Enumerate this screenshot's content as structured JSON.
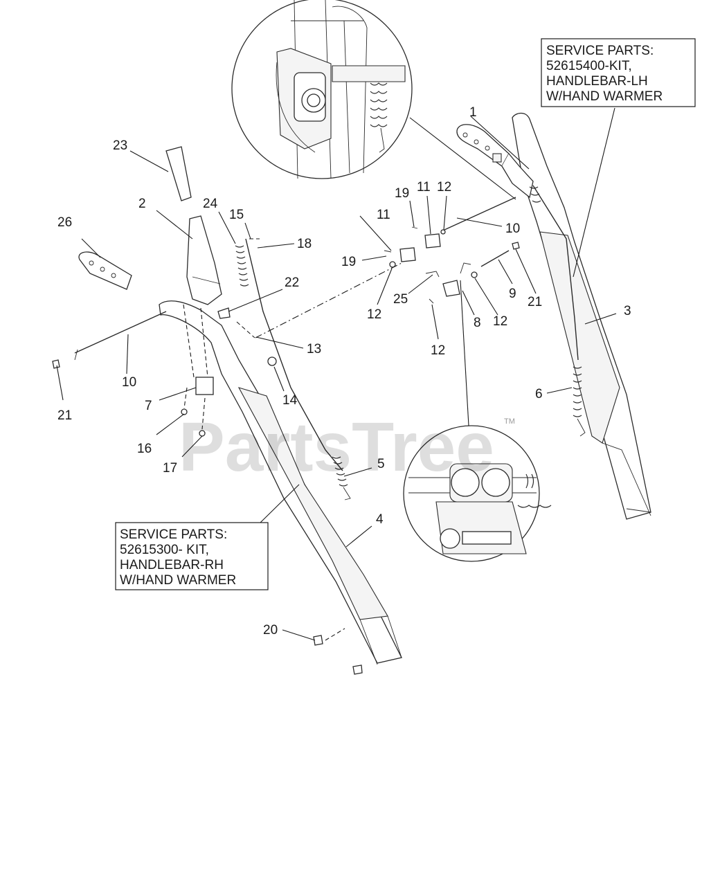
{
  "watermark": {
    "text": "PartsTree",
    "tm": "TM"
  },
  "service_boxes": {
    "lh": {
      "line1": "SERVICE PARTS:",
      "line2": "52615400-KIT,",
      "line3": "HANDLEBAR-LH",
      "line4": "W/HAND WARMER"
    },
    "rh": {
      "line1": "SERVICE PARTS:",
      "line2": "52615300- KIT,",
      "line3": "HANDLEBAR-RH",
      "line4": "W/HAND WARMER"
    }
  },
  "callouts": {
    "c1": "1",
    "c2": "2",
    "c3": "3",
    "c4": "4",
    "c5": "5",
    "c6": "6",
    "c7": "7",
    "c8": "8",
    "c9": "9",
    "c10_left": "10",
    "c10_right": "10",
    "c11_a": "11",
    "c11_b": "11",
    "c12_a": "12",
    "c12_b": "12",
    "c12_c": "12",
    "c12_d": "12",
    "c13": "13",
    "c14": "14",
    "c15": "15",
    "c16": "16",
    "c17": "17",
    "c18": "18",
    "c19_a": "19",
    "c19_b": "19",
    "c20": "20",
    "c21_left": "21",
    "c21_right": "21",
    "c22": "22",
    "c23": "23",
    "c24": "24",
    "c25": "25",
    "c26": "26"
  }
}
